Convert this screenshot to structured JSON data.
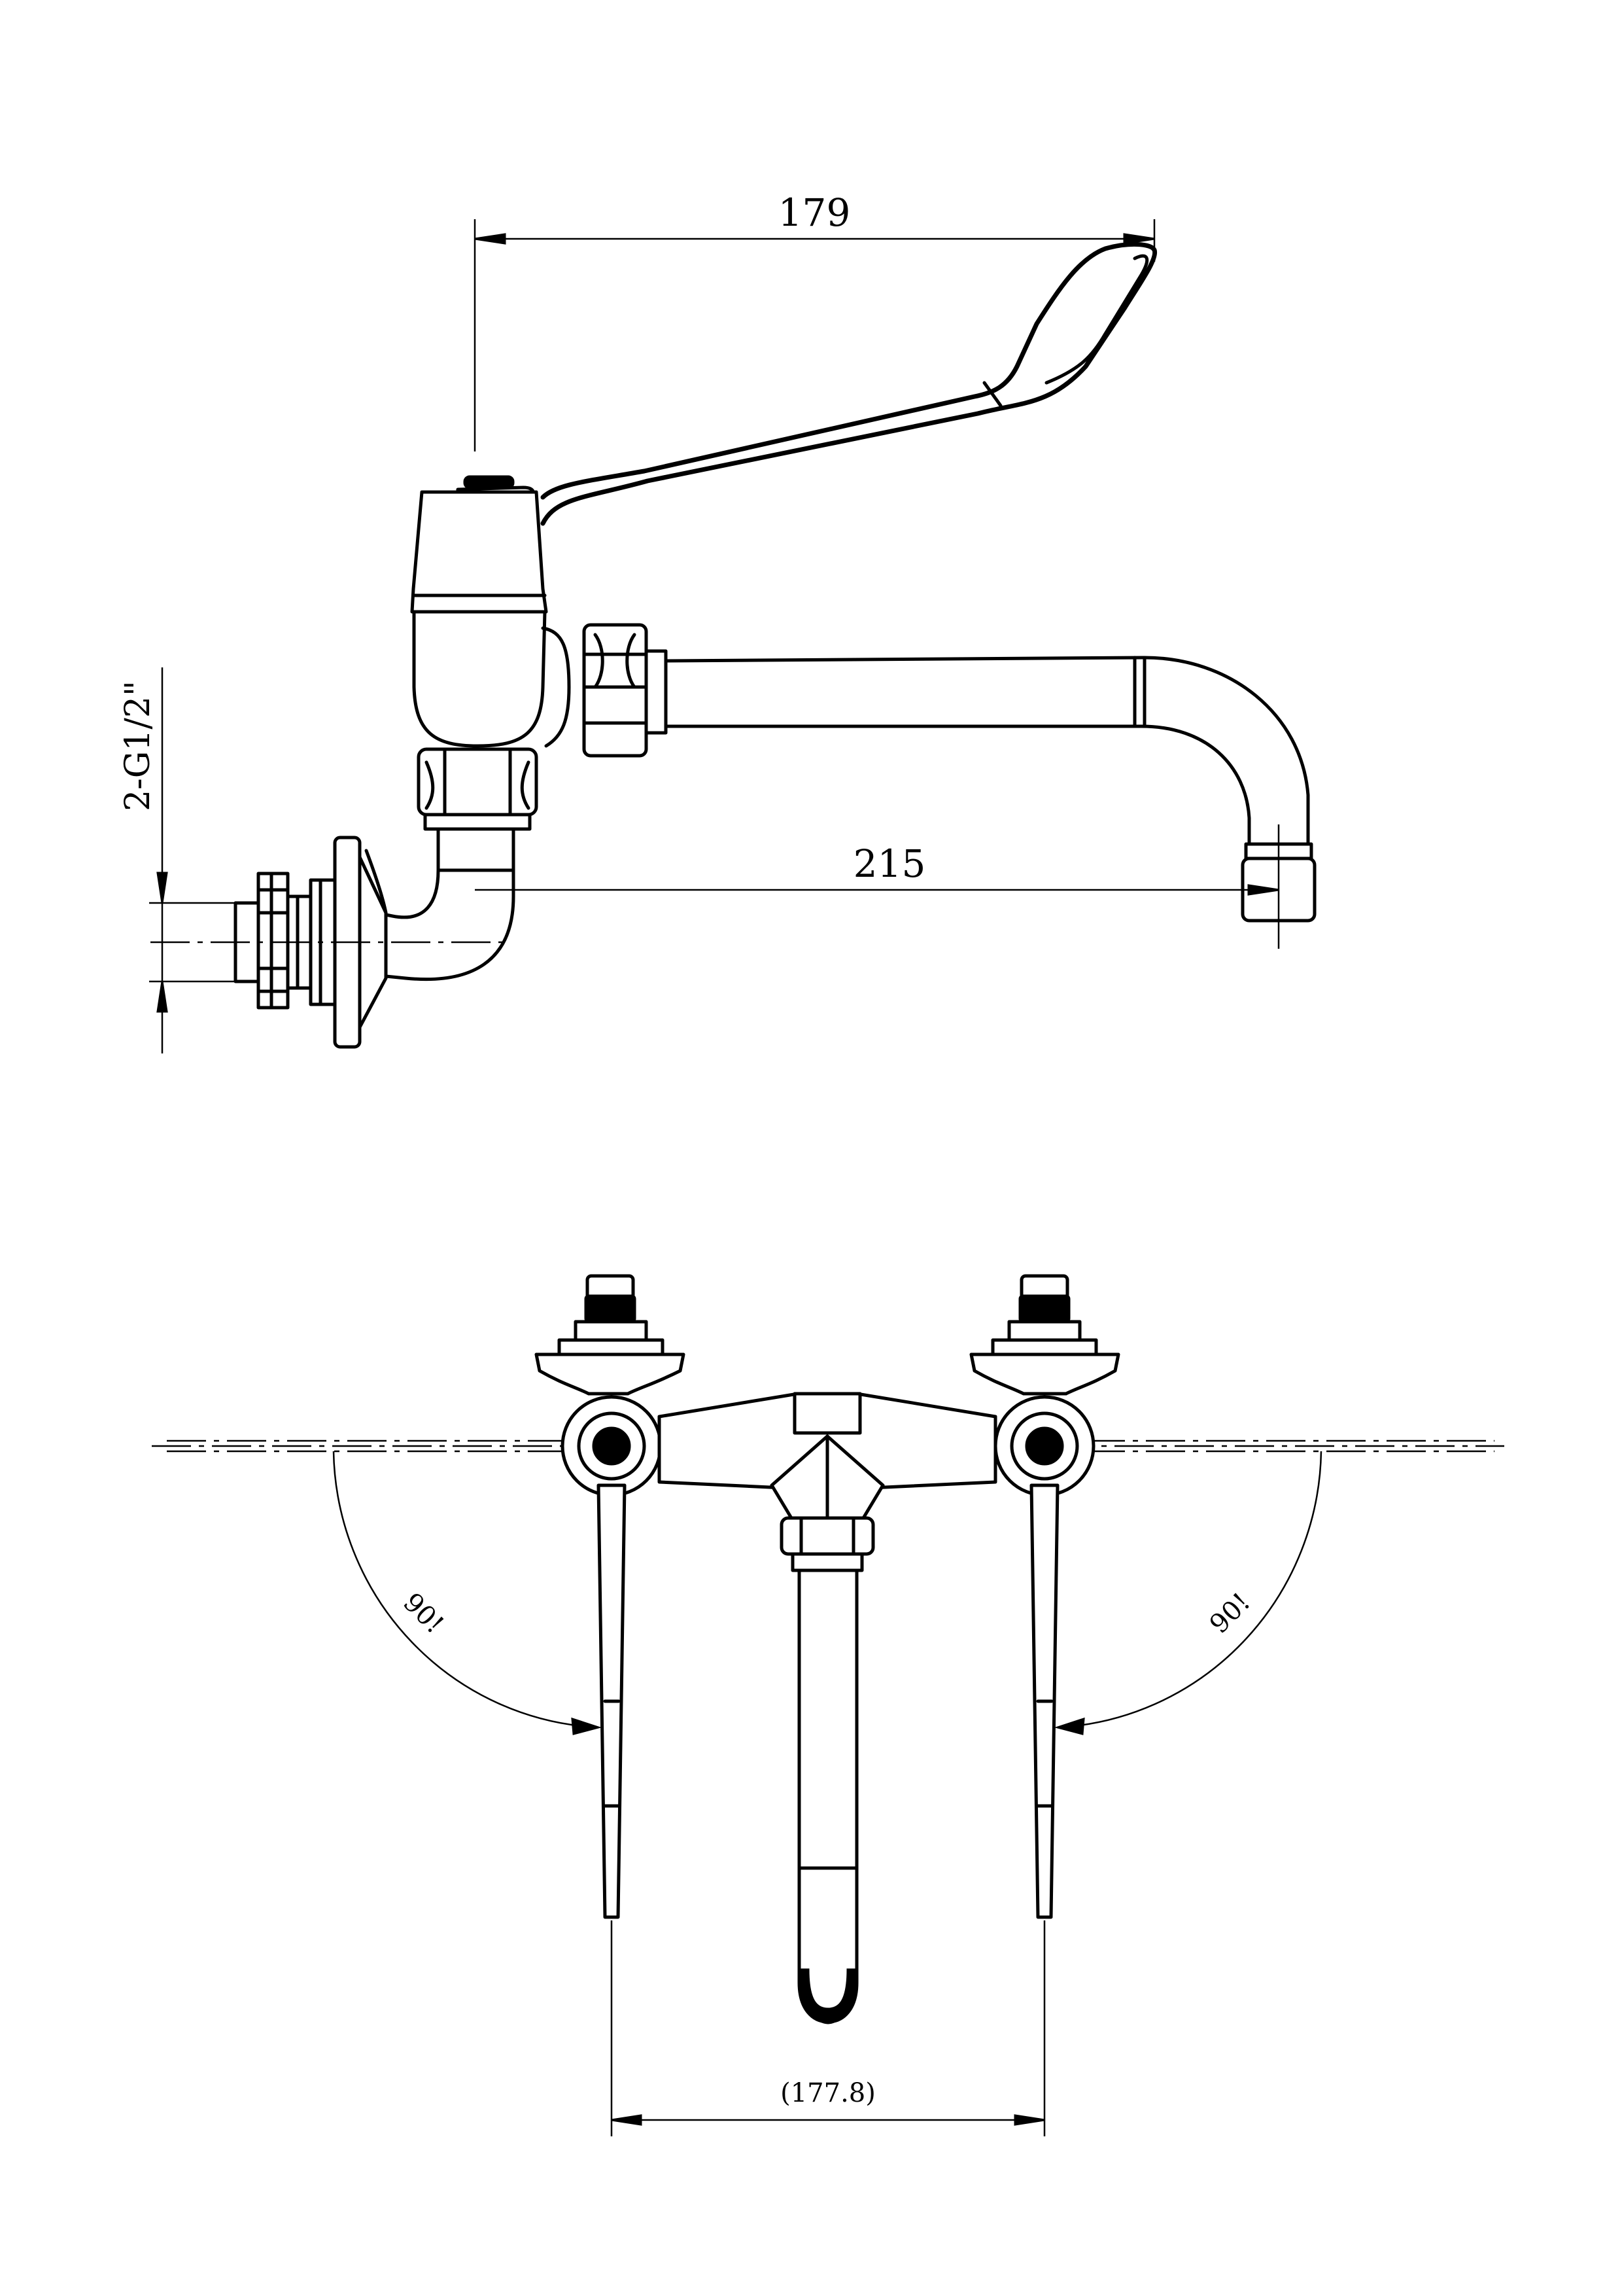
{
  "side_view": {
    "dim_top": "179",
    "dim_spout": "215",
    "dim_thread": "2-G1/2\""
  },
  "front_view": {
    "angle_left": "90!",
    "angle_right": "90!",
    "dim_centers": "(177.8)"
  }
}
